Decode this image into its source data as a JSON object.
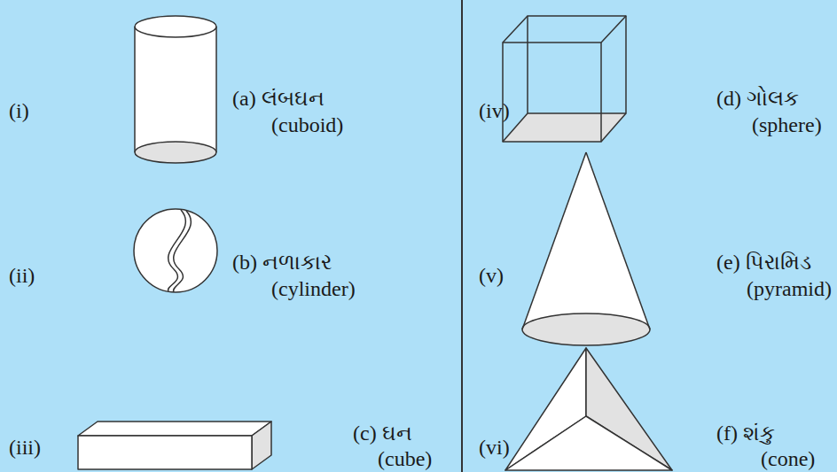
{
  "diagram": {
    "labels": [
      "(i)",
      "(a) લંબઘન",
      "(cuboid)",
      "(iv)",
      "(d) ગોલક",
      "(sphere)",
      "(ii)",
      "(b) નળાકાર",
      "(cylinder)",
      "(v)",
      "(e) પિરામિડ",
      "(pyramid)",
      "(iii)",
      "(c) ઘન",
      "(cube)",
      "(vi)",
      "(f) શંકુ",
      "(cone)"
    ]
  }
}
